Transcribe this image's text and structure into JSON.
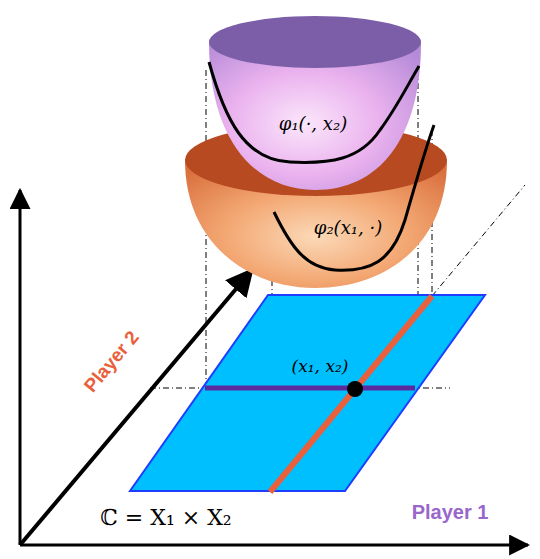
{
  "diagram": {
    "labels": [
      "φ₁(·, x₂)",
      "φ₂(x₁, ·)",
      "Player 2",
      "(x₁, x₂)",
      "Player 1",
      "ℂ = X₁ × X₂"
    ]
  }
}
